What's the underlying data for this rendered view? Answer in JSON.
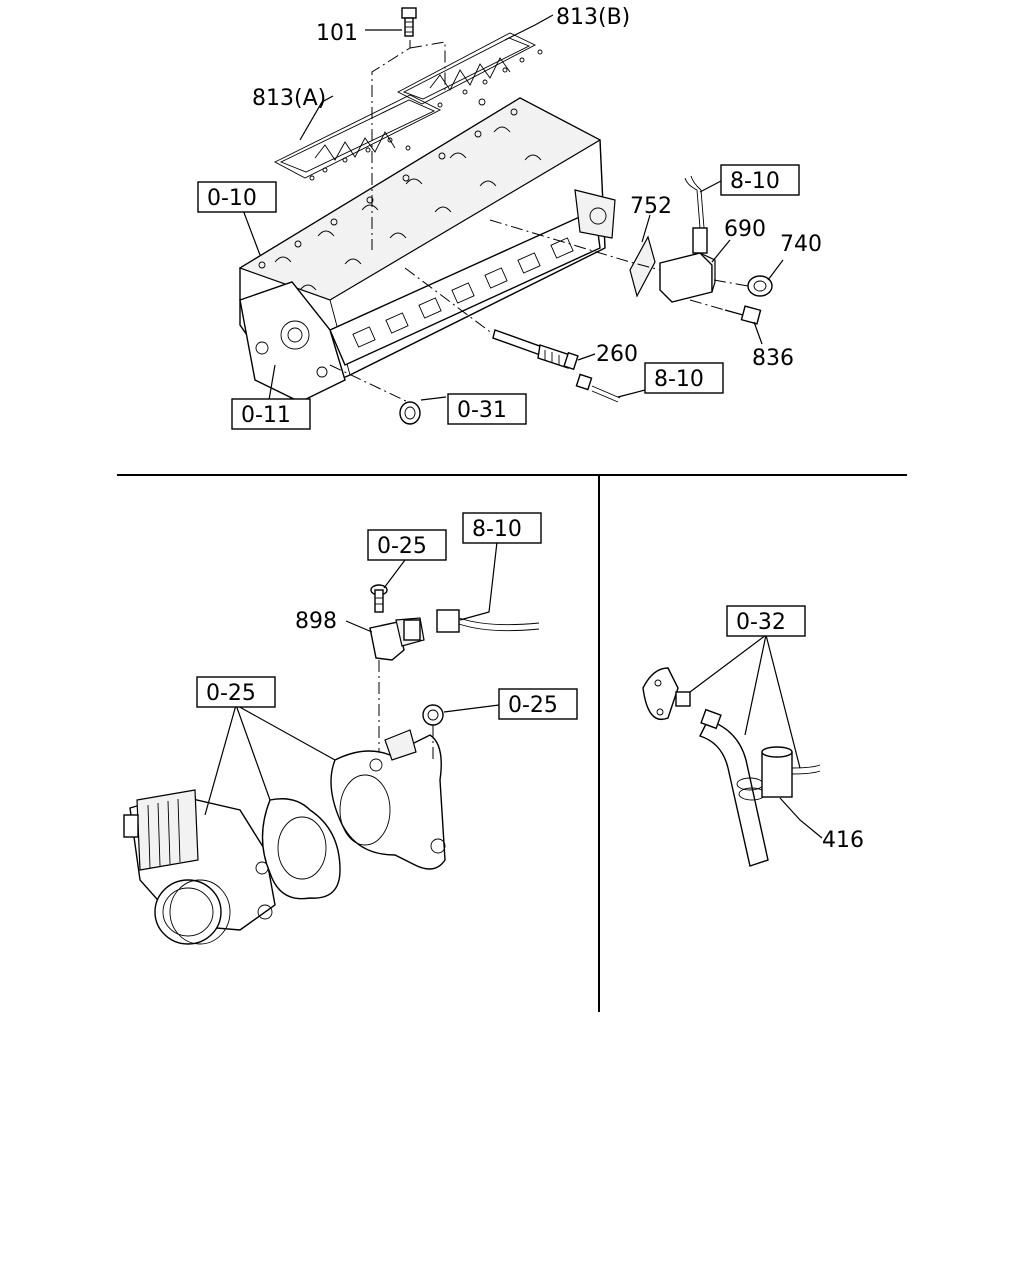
{
  "callouts": {
    "c101": "101",
    "c813b": "813(B)",
    "c813a": "813(A)",
    "c752": "752",
    "c690": "690",
    "c740": "740",
    "c836": "836",
    "c260": "260",
    "c898": "898",
    "c416": "416"
  },
  "references": {
    "r010": "0-10",
    "r011": "0-11",
    "r031": "0-31",
    "r810_top": "8-10",
    "r810_mid": "8-10",
    "r810_bottom": "8-10",
    "r025_bolt": "0-25",
    "r025_left": "0-25",
    "r025_nut": "0-25",
    "r032": "0-32"
  }
}
